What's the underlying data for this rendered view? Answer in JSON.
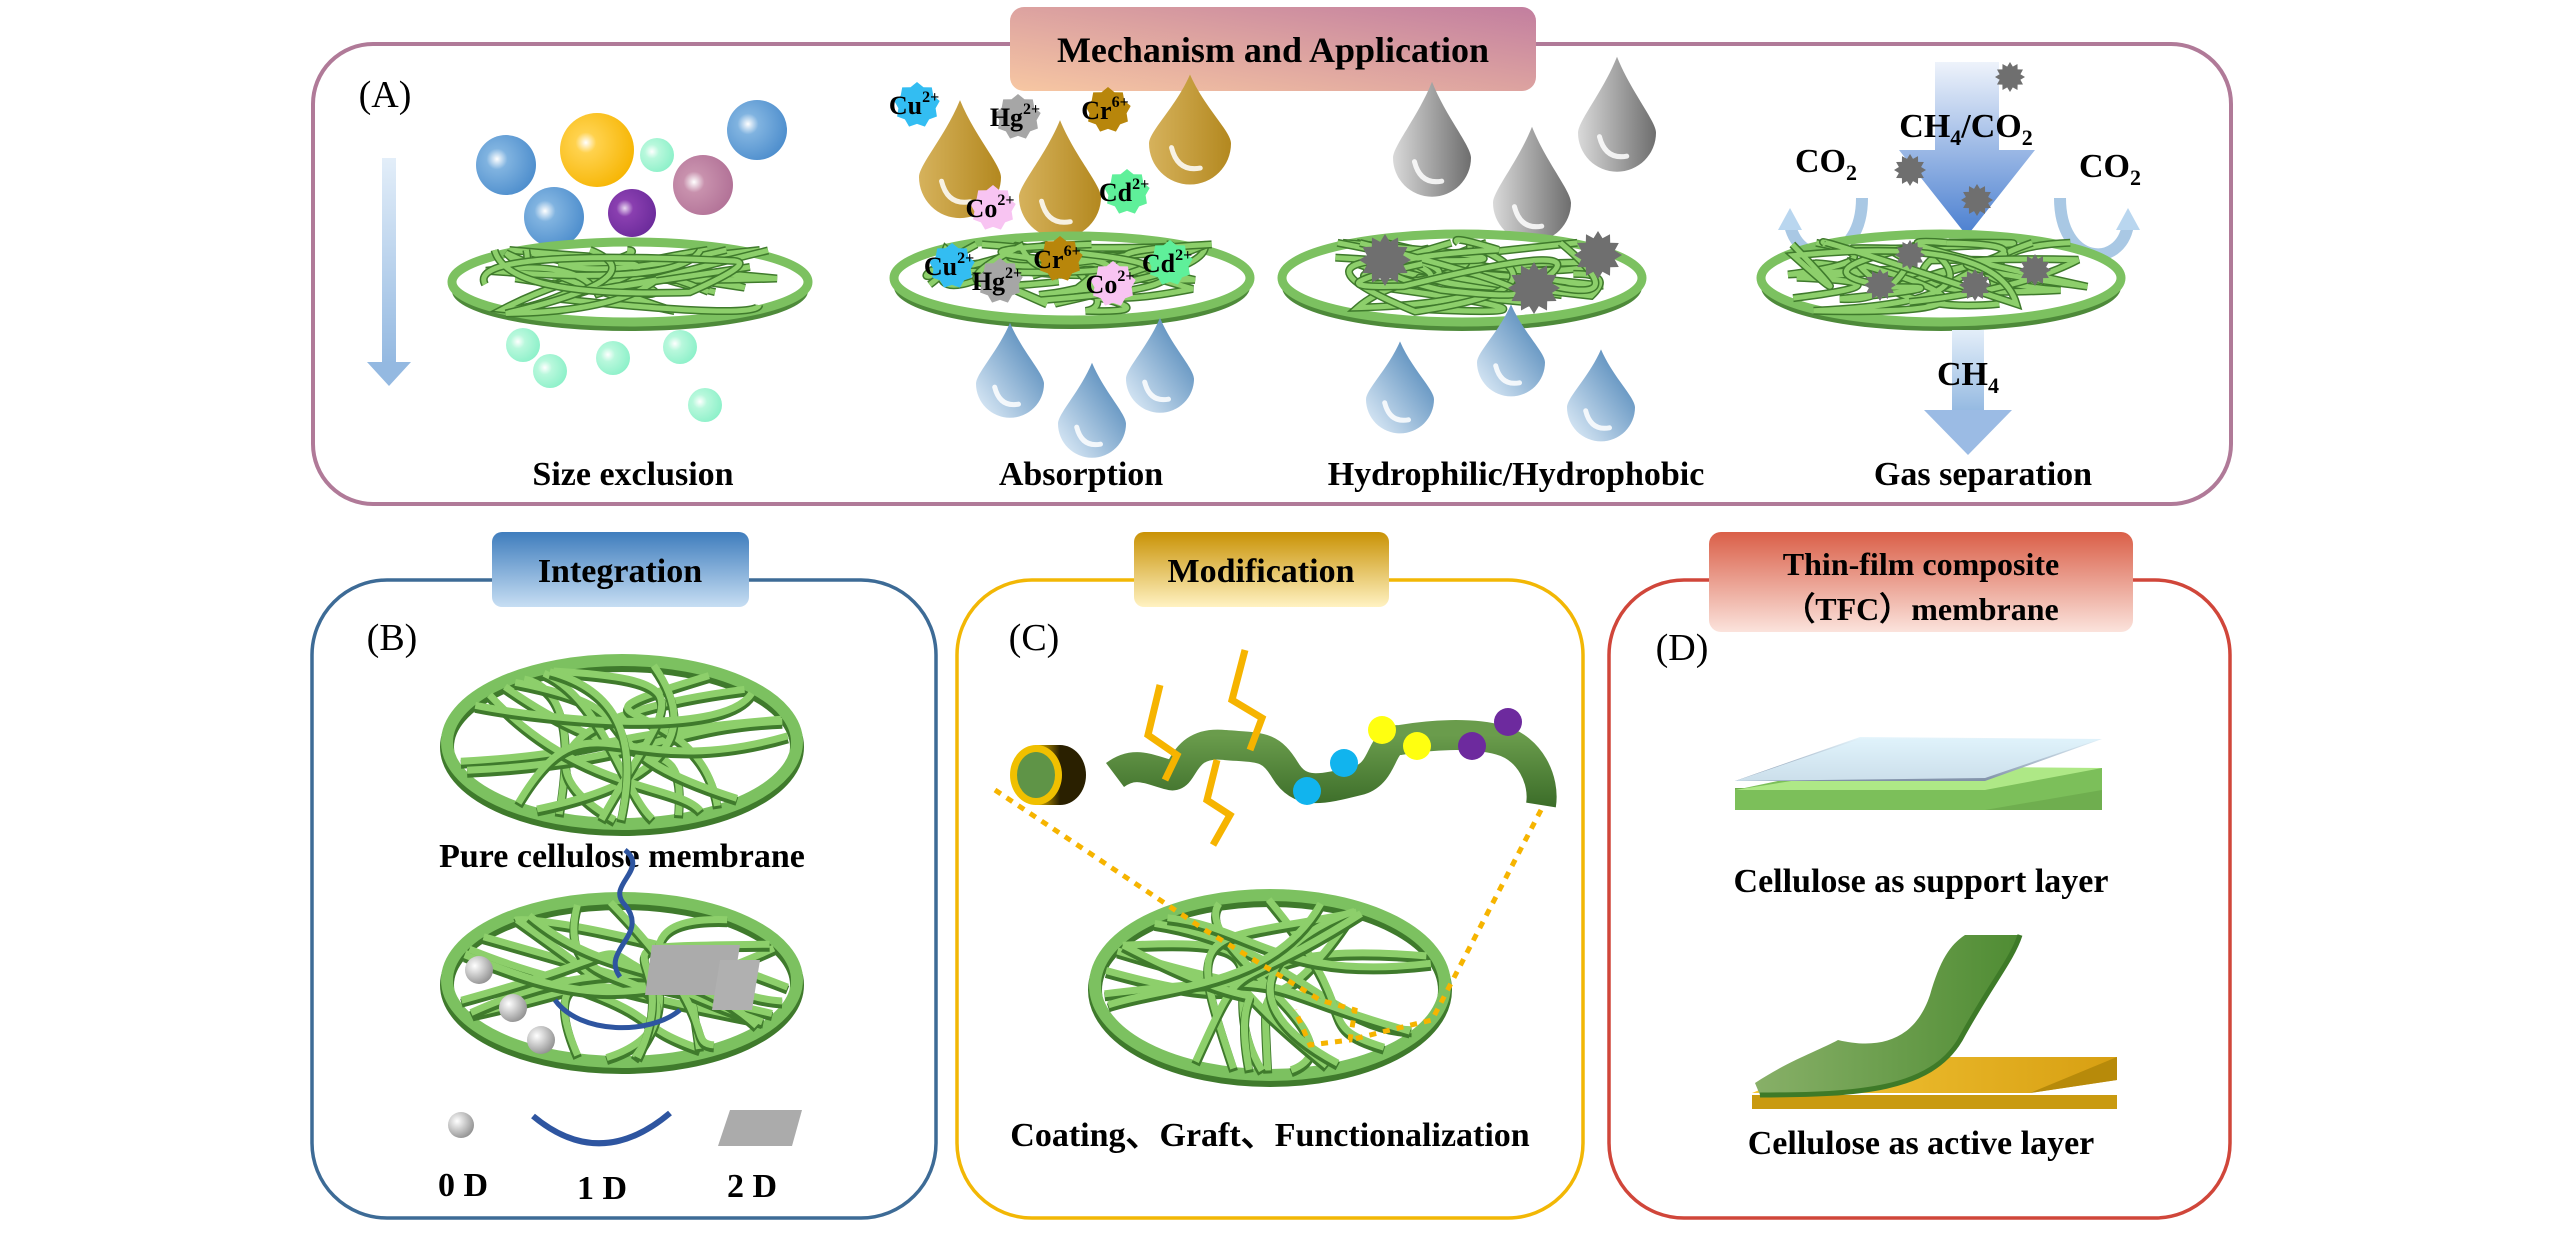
{
  "figure": {
    "panel_a": {
      "header": "Mechanism and Application",
      "label": "(A)",
      "mechanisms": [
        {
          "id": "size-exclusion",
          "caption": "Size exclusion"
        },
        {
          "id": "absorption",
          "caption": "Absorption"
        },
        {
          "id": "hydrophilic-hydrophobic",
          "caption": "Hydrophilic/Hydrophobic"
        },
        {
          "id": "gas-separation",
          "caption": "Gas separation"
        }
      ],
      "ions_free": [
        {
          "base": "Cu",
          "charge": "2+",
          "color": "#33bdf2"
        },
        {
          "base": "Hg",
          "charge": "2+",
          "color": "#a6a6a6"
        },
        {
          "base": "Cr",
          "charge": "6+",
          "color": "#b8860b"
        },
        {
          "base": "Cd",
          "charge": "2+",
          "color": "#5ff09a"
        },
        {
          "base": "Co",
          "charge": "2+",
          "color": "#f8c4f2"
        }
      ],
      "ions_bound": [
        {
          "base": "Cu",
          "charge": "2+",
          "color": "#33bdf2"
        },
        {
          "base": "Hg",
          "charge": "2+",
          "color": "#a6a6a6"
        },
        {
          "base": "Cr",
          "charge": "6+",
          "color": "#b8860b"
        },
        {
          "base": "Co",
          "charge": "2+",
          "color": "#f8c4f2"
        },
        {
          "base": "Cd",
          "charge": "2+",
          "color": "#5ff09a"
        }
      ],
      "gas": {
        "feed": {
          "a": "CH",
          "a_sub": "4",
          "sep": "/CO",
          "b_sub": "2"
        },
        "rejected_left": {
          "base": "CO",
          "sub": "2"
        },
        "rejected_right": {
          "base": "CO",
          "sub": "2"
        },
        "permeate": {
          "base": "CH",
          "sub": "4"
        }
      }
    },
    "panel_b": {
      "header": "Integration",
      "label": "(B)",
      "caption": "Pure cellulose membrane",
      "legend": [
        {
          "label": "0 D",
          "shape": "sphere"
        },
        {
          "label": "1 D",
          "shape": "arc"
        },
        {
          "label": "2 D",
          "shape": "sheet"
        }
      ]
    },
    "panel_c": {
      "header": "Modification",
      "label": "(C)",
      "caption": "Coating、Graft、Functionalization"
    },
    "panel_d": {
      "header_line1": "Thin-film composite",
      "header_line2": "（TFC）membrane",
      "label": "(D)",
      "caption_support": "Cellulose as support layer",
      "caption_active": "Cellulose as active layer"
    },
    "colors": {
      "frame_a": "#b07a98",
      "frame_b": "#3d6b96",
      "frame_c": "#f2b705",
      "frame_d": "#d0463a",
      "membrane": "#7cc160",
      "membrane_dark": "#4e8a3a"
    }
  }
}
